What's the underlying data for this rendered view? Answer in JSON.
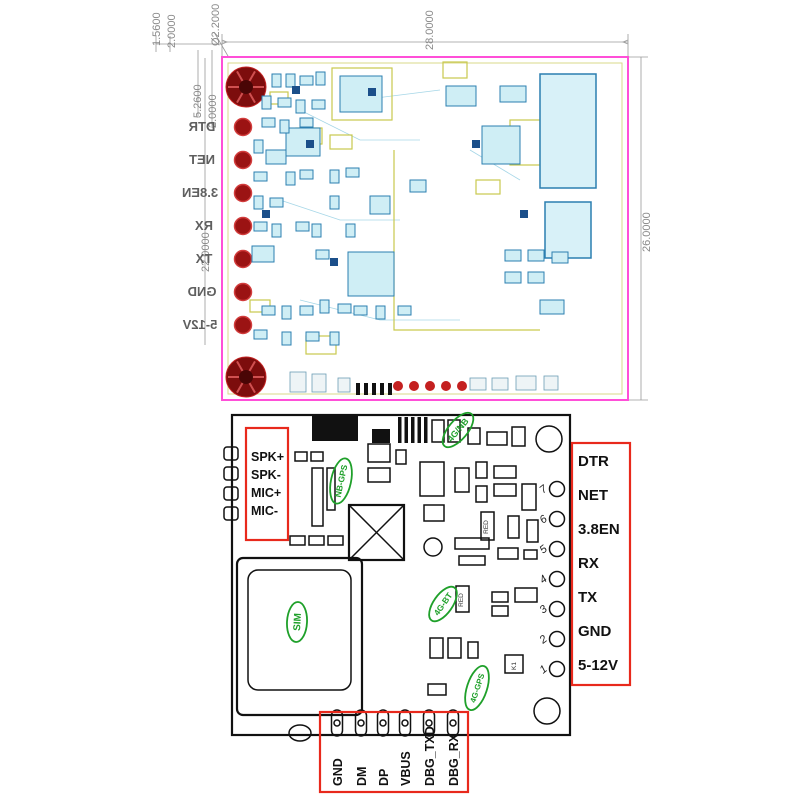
{
  "top_layout": {
    "dimensions": {
      "board_width": "28.0000",
      "board_height": "26.0000",
      "hole_diameter": "Ø2.2000",
      "offset_a": "1.5600",
      "offset_b": "2.0000",
      "offset_c": "5.2600",
      "offset_d": "2.0000",
      "pin_span": "22.0000"
    },
    "mirrored_pins": [
      "DTR",
      "NET",
      "3.8EN",
      "RX",
      "TX",
      "GND",
      "5-12V"
    ]
  },
  "bottom_drawing": {
    "left_pins": [
      "SPK+",
      "SPK-",
      "MIC+",
      "MIC-"
    ],
    "right_pins": [
      "DTR",
      "NET",
      "3.8EN",
      "RX",
      "TX",
      "GND",
      "5-12V"
    ],
    "bottom_pins": [
      "GND",
      "DM",
      "DP",
      "VBUS",
      "DBG_TXD",
      "DBG_RX"
    ],
    "pad_numbers": [
      "7",
      "6",
      "5",
      "4",
      "3",
      "2",
      "1"
    ],
    "module_labels": {
      "cell": "4G/NB",
      "gps_nb": "NB-GPS",
      "sim": "SIM",
      "bt": "4G-BT",
      "gps_4g": "4G-GPS"
    },
    "led_labels": [
      "RED",
      "RED"
    ],
    "button_label": "K1"
  },
  "colors": {
    "board_outline_pink": "#ff4fd8",
    "annotation_red": "#e8291c",
    "module_green": "#1fa02a",
    "dimension_gray": "#8a8a8a",
    "pad_dark_red": "#9b1313",
    "component_cyan": "#cfeef5",
    "component_blue": "#2b7fb0",
    "keepout_yellow": "#c9c94e"
  }
}
